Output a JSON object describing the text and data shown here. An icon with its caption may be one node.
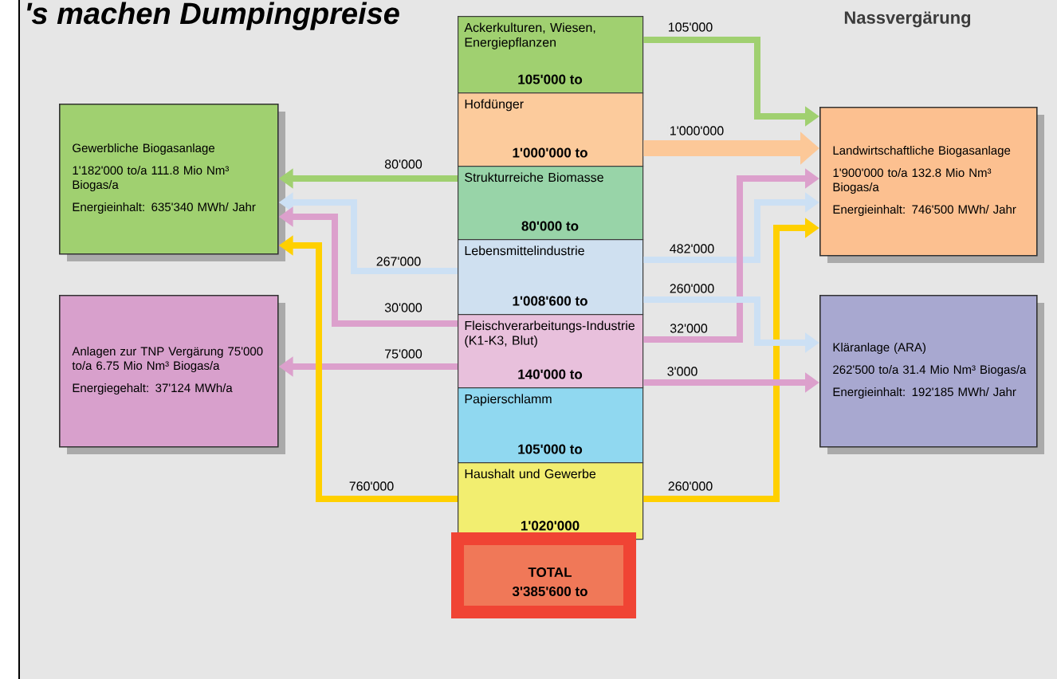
{
  "diagram": {
    "title": "'s machen Dumpingpreise",
    "nodes": [
      {
        "text": [
          "Ackerkulturen, Wiesen, Energiepflanzen",
          "105'000 to"
        ]
      },
      {
        "text": [
          "Hofdünger",
          "1'000'000 to"
        ]
      },
      {
        "text": [
          "Strukturreiche Biomasse",
          "80'000 to"
        ]
      },
      {
        "text": [
          "Lebensmittelindustrie",
          "1'008'600 to"
        ]
      },
      {
        "text": [
          "Fleischverarbeitungs-Industrie (K1-K3, Blut)",
          "140'000 to"
        ]
      },
      {
        "text": [
          "Papierschlamm",
          "105'000 to"
        ]
      },
      {
        "text": [
          "Haushalt und Gewerbe",
          "1'020'000"
        ]
      },
      {
        "text": [
          "TOTAL",
          "3'385'600 to"
        ]
      },
      {
        "text": [
          "Gewerbliche Biogasanlage",
          "1'182'000 to/a 111.8 Mio Nm³ Biogas/a",
          "Energieinhalt: 635'340 MWh/ Jahr"
        ]
      },
      {
        "text": [
          "Anlagen zur TNP Vergärung 75'000 to/a 6.75 Mio Nm³ Biogas/a",
          "Energiegehalt: 37'124 MWh/a"
        ]
      },
      {
        "text": [
          "Landwirtschaftliche Biogasanlage",
          "1'900'000 to/a 132.8 Mio Nm³ Biogas/a",
          "Energieinhalt: 746'500 MWh/ Jahr"
        ]
      },
      {
        "text": [
          "Kläranlage (ARA)",
          "262'500 to/a 31.4 Mio Nm³ Biogas/a",
          "Energieinhalt: 192'185 MWh/ Jahr"
        ]
      }
    ],
    "edges": [
      {
        "from": 0,
        "to": 10,
        "arrow": "to",
        "label": "105'000",
        "color": "#a0d070"
      },
      {
        "from": 1,
        "to": 10,
        "arrow": "to",
        "label": "1'000'000",
        "color": "#fcc898",
        "style": "thick"
      },
      {
        "from": 2,
        "to": 8,
        "arrow": "to",
        "label": "80'000",
        "color": "#a0d070"
      },
      {
        "from": 3,
        "to": 8,
        "arrow": "to",
        "label": "267'000",
        "color": "#cce0f4"
      },
      {
        "from": 4,
        "to": 8,
        "arrow": "to",
        "label": "30'000",
        "color": "#dca0cc"
      },
      {
        "from": 4,
        "to": 9,
        "arrow": "to",
        "label": "75'000",
        "color": "#dca0cc"
      },
      {
        "from": 6,
        "to": 8,
        "arrow": "to",
        "label": "760'000",
        "color": "#ffd000"
      },
      {
        "from": 3,
        "to": 10,
        "arrow": "to",
        "label": "482'000",
        "color": "#cce0f4"
      },
      {
        "from": 4,
        "to": 10,
        "arrow": "to",
        "label": "32'000",
        "color": "#dca0cc"
      },
      {
        "from": 6,
        "to": 10,
        "arrow": "to",
        "label": "260'000",
        "color": "#ffd000"
      },
      {
        "from": 3,
        "to": 11,
        "arrow": "to",
        "label": "260'000",
        "color": "#cce0f4"
      },
      {
        "from": 4,
        "to": 11,
        "arrow": "to",
        "label": "3'000",
        "color": "#dca0cc"
      }
    ],
    "labels": [
      "Nassvergärung"
    ]
  }
}
